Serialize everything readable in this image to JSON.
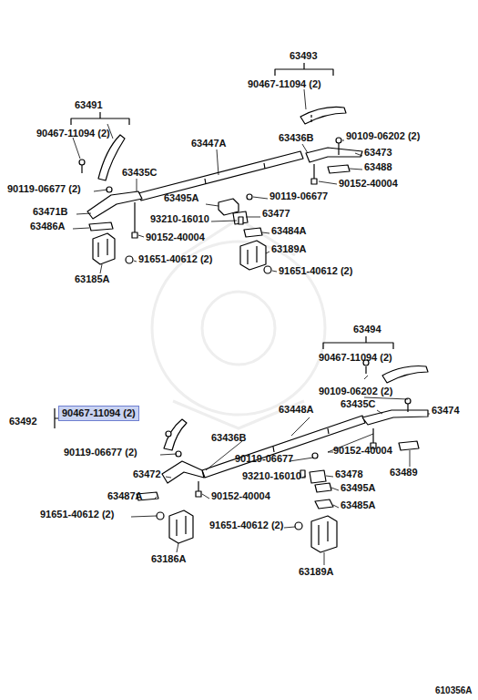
{
  "diagram": {
    "nodes": [
      {
        "text": [
          "90467-11094 (2)"
        ]
      }
    ],
    "labels": [
      "63493",
      "90467-11094 (2)",
      "63491",
      "90467-11094 (2)",
      "90109-06202 (2)",
      "63436B",
      "63447A",
      "63473",
      "63488",
      "63435C",
      "90152-40004",
      "90119-06677 (2)",
      "63495A",
      "90119-06677",
      "63471B",
      "93210-16010",
      "63477",
      "63486A",
      "63484A",
      "90152-40004",
      "63189A",
      "91651-40612 (2)",
      "63185A",
      "91651-40612 (2)",
      "63494",
      "90467-11094 (2)",
      "90109-06202 (2)",
      "63448A",
      "63435C",
      "63474",
      "63492",
      "63436B",
      "90119-06677 (2)",
      "90119-06677",
      "90152-40004",
      "63489",
      "63472",
      "93210-16010",
      "63478",
      "63487A",
      "90152-40004",
      "63495A",
      "63485A",
      "91651-40612 (2)",
      "91651-40612 (2)",
      "63186A",
      "63189A",
      "610356A"
    ]
  }
}
